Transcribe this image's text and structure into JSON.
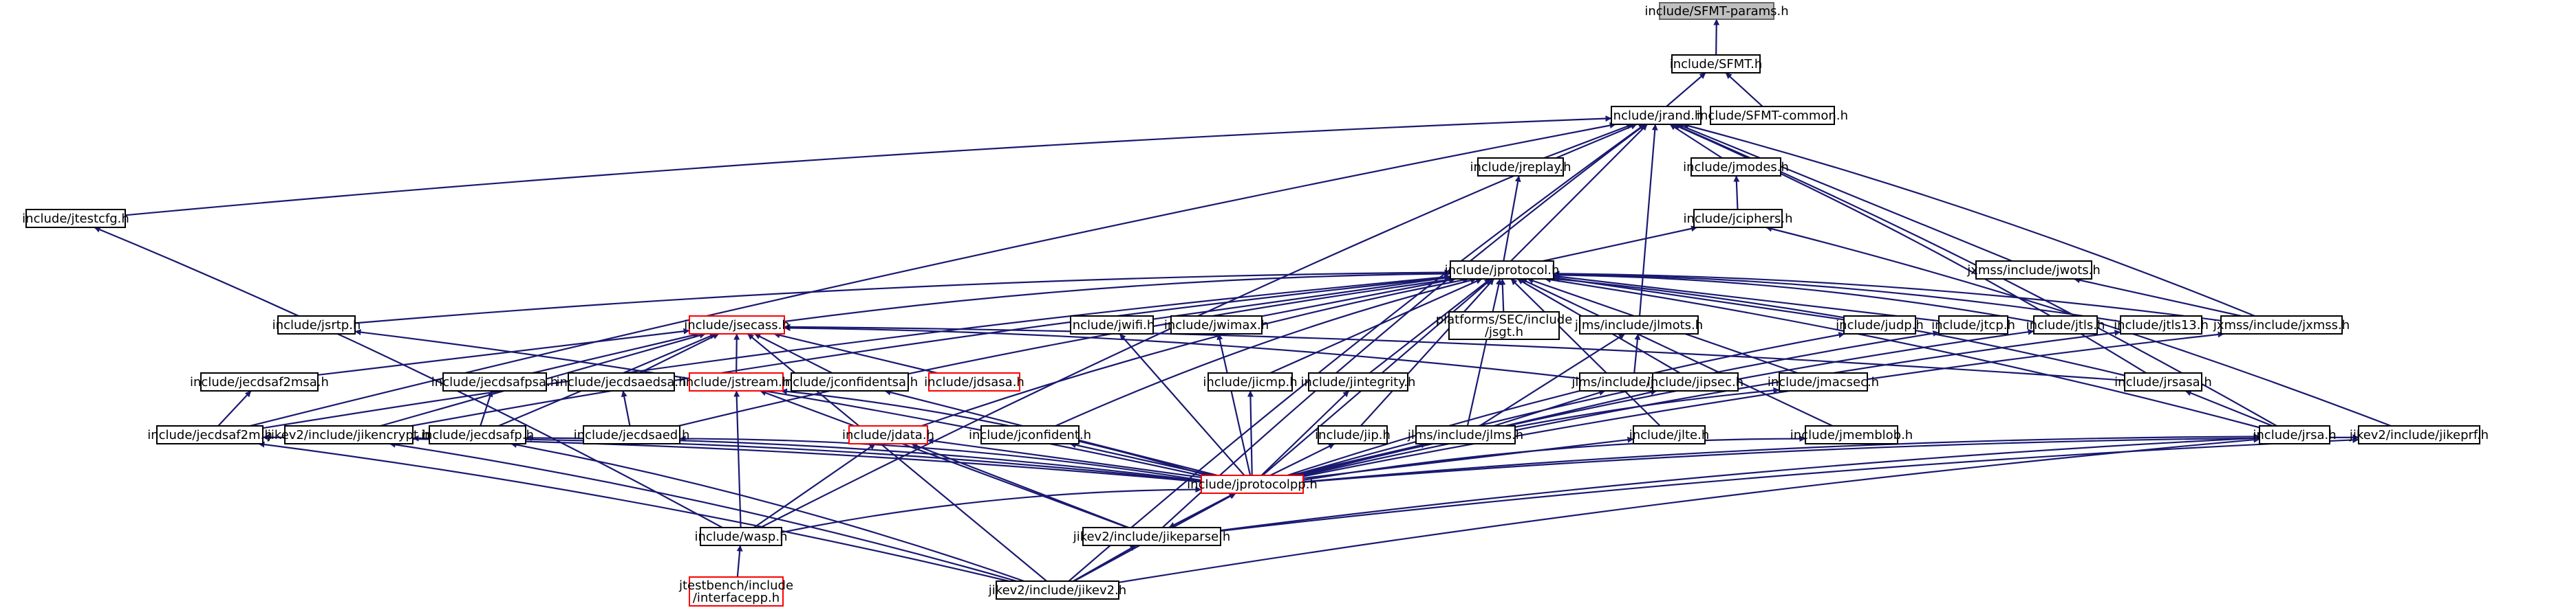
{
  "colors": {
    "edge": "#191970",
    "root_fill": "#bfbfbf",
    "node_border": "#000000",
    "highlight_border": "#ff0000"
  },
  "nodes": [
    {
      "id": "sfmt-params",
      "label": "include/SFMT-params.h",
      "style": "root"
    },
    {
      "id": "sfmt",
      "label": "include/SFMT.h"
    },
    {
      "id": "jrand",
      "label": "include/jrand.h"
    },
    {
      "id": "sfmt-common",
      "label": "include/SFMT-common.h"
    },
    {
      "id": "jreplay",
      "label": "include/jreplay.h"
    },
    {
      "id": "jmodes",
      "label": "include/jmodes.h"
    },
    {
      "id": "jtestcfg",
      "label": "include/jtestcfg.h"
    },
    {
      "id": "jciphers",
      "label": "include/jciphers.h"
    },
    {
      "id": "jprotocol",
      "label": "include/jprotocol.h"
    },
    {
      "id": "jwots",
      "label": "jxmss/include/jwots.h"
    },
    {
      "id": "jsrtp",
      "label": "include/jsrtp.h"
    },
    {
      "id": "jsecass",
      "label": "include/jsecass.h",
      "style": "red"
    },
    {
      "id": "jwifi",
      "label": "include/jwifi.h"
    },
    {
      "id": "jwimax",
      "label": "include/jwimax.h"
    },
    {
      "id": "jsgt",
      "label": "platforms/SEC/include\n/jsgt.h"
    },
    {
      "id": "jlmots",
      "label": "jlms/include/jlmots.h"
    },
    {
      "id": "judp",
      "label": "include/judp.h"
    },
    {
      "id": "jtcp",
      "label": "include/jtcp.h"
    },
    {
      "id": "jtls",
      "label": "include/jtls.h"
    },
    {
      "id": "jtls13",
      "label": "include/jtls13.h"
    },
    {
      "id": "jxmss",
      "label": "jxmss/include/jxmss.h"
    },
    {
      "id": "jecdsaf2msa",
      "label": "include/jecdsaf2msa.h"
    },
    {
      "id": "jecdsafpsa",
      "label": "include/jecdsafpsa.h"
    },
    {
      "id": "jecdsaedsa",
      "label": "include/jecdsaedsa.h"
    },
    {
      "id": "jstream",
      "label": "include/jstream.h",
      "style": "red"
    },
    {
      "id": "jconfidentsa",
      "label": "include/jconfidentsa.h"
    },
    {
      "id": "jdsasa",
      "label": "include/jdsasa.h",
      "style": "red"
    },
    {
      "id": "jicmp",
      "label": "include/jicmp.h"
    },
    {
      "id": "jintegrity",
      "label": "include/jintegrity.h"
    },
    {
      "id": "jlmsa",
      "label": "jlms/include/jlmsa.h"
    },
    {
      "id": "jipsec",
      "label": "include/jipsec.h"
    },
    {
      "id": "jmacsec",
      "label": "include/jmacsec.h"
    },
    {
      "id": "jrsasa",
      "label": "include/jrsasa.h"
    },
    {
      "id": "jecdsaf2m",
      "label": "include/jecdsaf2m.h"
    },
    {
      "id": "jikencrypt",
      "label": "jikev2/include/jikencrypt.h"
    },
    {
      "id": "jecdsafp",
      "label": "include/jecdsafp.h"
    },
    {
      "id": "jecdsaed",
      "label": "include/jecdsaed.h"
    },
    {
      "id": "jdata",
      "label": "include/jdata.h",
      "style": "red"
    },
    {
      "id": "jconfident",
      "label": "include/jconfident.h"
    },
    {
      "id": "jip",
      "label": "include/jip.h"
    },
    {
      "id": "jlms",
      "label": "jlms/include/jlms.h"
    },
    {
      "id": "jlte",
      "label": "include/jlte.h"
    },
    {
      "id": "jmemblob",
      "label": "include/jmemblob.h"
    },
    {
      "id": "jrsa",
      "label": "include/jrsa.h"
    },
    {
      "id": "jikeprf",
      "label": "jikev2/include/jikeprf.h"
    },
    {
      "id": "jprotocolpp",
      "label": "include/jprotocolpp.h",
      "style": "red"
    },
    {
      "id": "wasp",
      "label": "include/wasp.h"
    },
    {
      "id": "jikeparse",
      "label": "jikev2/include/jikeparse.h"
    },
    {
      "id": "interfacepp",
      "label": "jtestbench/include\n/interfacepp.h",
      "style": "red"
    },
    {
      "id": "jikev2",
      "label": "jikev2/include/jikev2.h"
    }
  ],
  "edges": [
    [
      "sfmt",
      "sfmt-params"
    ],
    [
      "jrand",
      "sfmt"
    ],
    [
      "sfmt-common",
      "sfmt"
    ],
    [
      "jreplay",
      "jrand"
    ],
    [
      "jmodes",
      "jrand"
    ],
    [
      "jtestcfg",
      "jrand"
    ],
    [
      "jprotocol",
      "jrand"
    ],
    [
      "jwots",
      "jrand"
    ],
    [
      "jlmots",
      "jrand"
    ],
    [
      "jxmss",
      "jrand"
    ],
    [
      "jrsasa",
      "jrand"
    ],
    [
      "jrsa",
      "jrand"
    ],
    [
      "jecdsaf2m",
      "jrand"
    ],
    [
      "wasp",
      "jrand"
    ],
    [
      "jikeparse",
      "jrand"
    ],
    [
      "jikev2",
      "jrand"
    ],
    [
      "jciphers",
      "jmodes"
    ],
    [
      "jprotocol",
      "jreplay"
    ],
    [
      "jprotocol",
      "jciphers"
    ],
    [
      "jikeprf",
      "jciphers"
    ],
    [
      "jxmss",
      "jwots"
    ],
    [
      "jlmsa",
      "jlmots"
    ],
    [
      "jlms",
      "jlmots"
    ],
    [
      "jlms",
      "jlmsa"
    ],
    [
      "jsrtp",
      "jprotocol"
    ],
    [
      "jsecass",
      "jprotocol"
    ],
    [
      "jwifi",
      "jprotocol"
    ],
    [
      "jwimax",
      "jprotocol"
    ],
    [
      "jsgt",
      "jprotocol"
    ],
    [
      "judp",
      "jprotocol"
    ],
    [
      "jtcp",
      "jprotocol"
    ],
    [
      "jtls",
      "jprotocol"
    ],
    [
      "jtls13",
      "jprotocol"
    ],
    [
      "jxmss",
      "jprotocol"
    ],
    [
      "jicmp",
      "jprotocol"
    ],
    [
      "jintegrity",
      "jprotocol"
    ],
    [
      "jipsec",
      "jprotocol"
    ],
    [
      "jmacsec",
      "jprotocol"
    ],
    [
      "jrsasa",
      "jprotocol"
    ],
    [
      "jrsa",
      "jprotocol"
    ],
    [
      "jconfident",
      "jprotocol"
    ],
    [
      "jip",
      "jprotocol"
    ],
    [
      "jlms",
      "jprotocol"
    ],
    [
      "jlte",
      "jprotocol"
    ],
    [
      "jmemblob",
      "jprotocol"
    ],
    [
      "jdata",
      "jprotocol"
    ],
    [
      "jprotocolpp",
      "jprotocol"
    ],
    [
      "jikencrypt",
      "jprotocol"
    ],
    [
      "jecdsaed",
      "jprotocol"
    ],
    [
      "jecdsaf2m",
      "jprotocol"
    ],
    [
      "jecdsaf2msa",
      "jsecass"
    ],
    [
      "jecdsafpsa",
      "jsecass"
    ],
    [
      "jecdsaedsa",
      "jsecass"
    ],
    [
      "jstream",
      "jsecass"
    ],
    [
      "jconfidentsa",
      "jsecass"
    ],
    [
      "jdsasa",
      "jsecass"
    ],
    [
      "jlmsa",
      "jsecass"
    ],
    [
      "jrsasa",
      "jsecass"
    ],
    [
      "jikencrypt",
      "jsecass"
    ],
    [
      "jecdsafp",
      "jsecass"
    ],
    [
      "jikev2",
      "jsecass"
    ],
    [
      "jecdsaf2m",
      "jecdsaf2msa"
    ],
    [
      "jecdsafp",
      "jecdsafpsa"
    ],
    [
      "jecdsaed",
      "jecdsaedsa"
    ],
    [
      "jrsa",
      "jrsasa"
    ],
    [
      "wasp",
      "jstream"
    ],
    [
      "jikeparse",
      "jstream"
    ],
    [
      "jprotocolpp",
      "jstream"
    ],
    [
      "jprotocolpp",
      "jconfidentsa"
    ],
    [
      "jprotocolpp",
      "jsrtp"
    ],
    [
      "jprotocolpp",
      "jwifi"
    ],
    [
      "jprotocolpp",
      "jwimax"
    ],
    [
      "jprotocolpp",
      "jicmp"
    ],
    [
      "jprotocolpp",
      "jintegrity"
    ],
    [
      "jprotocolpp",
      "jipsec"
    ],
    [
      "jprotocolpp",
      "jmacsec"
    ],
    [
      "jprotocolpp",
      "judp"
    ],
    [
      "jprotocolpp",
      "jtcp"
    ],
    [
      "jprotocolpp",
      "jtls"
    ],
    [
      "jprotocolpp",
      "jtls13"
    ],
    [
      "jprotocolpp",
      "jxmss"
    ],
    [
      "jprotocolpp",
      "jecdsaf2m"
    ],
    [
      "jprotocolpp",
      "jikencrypt"
    ],
    [
      "jprotocolpp",
      "jecdsafp"
    ],
    [
      "jprotocolpp",
      "jecdsaed"
    ],
    [
      "jprotocolpp",
      "jdata"
    ],
    [
      "jprotocolpp",
      "jconfident"
    ],
    [
      "jprotocolpp",
      "jip"
    ],
    [
      "jprotocolpp",
      "jlms"
    ],
    [
      "jprotocolpp",
      "jlte"
    ],
    [
      "jprotocolpp",
      "jmemblob"
    ],
    [
      "jprotocolpp",
      "jrsa"
    ],
    [
      "jprotocolpp",
      "jikeprf"
    ],
    [
      "jprotocolpp",
      "jikeparse"
    ],
    [
      "wasp",
      "jdata"
    ],
    [
      "jikeparse",
      "jdata"
    ],
    [
      "wasp",
      "jtestcfg"
    ],
    [
      "wasp",
      "jprotocolpp"
    ],
    [
      "jikeparse",
      "jprotocolpp"
    ],
    [
      "jikev2",
      "jikeparse"
    ],
    [
      "jikev2",
      "jprotocolpp"
    ],
    [
      "jikev2",
      "jikencrypt"
    ],
    [
      "jikev2",
      "jecdsafp"
    ],
    [
      "jikev2",
      "jecdsaf2m"
    ],
    [
      "jikev2",
      "jrsa"
    ],
    [
      "jikeparse",
      "jrsa"
    ],
    [
      "jikeparse",
      "jikeprf"
    ],
    [
      "interfacepp",
      "wasp"
    ]
  ]
}
